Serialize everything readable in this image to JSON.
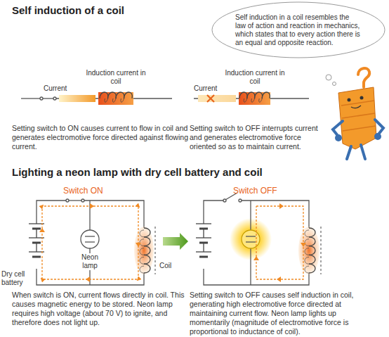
{
  "diagram": {
    "title": "Self induction of a coil",
    "nodes": [
      {
        "text": [
          "Self induction in a coil resembles the law of action and reaction in mechanics, which states that to every action there is an equal and opposite reaction."
        ]
      }
    ],
    "labels": [
      "Current",
      "Induction current in coil",
      "Setting switch to ON causes current to flow in coil and generates electromotive force directed against flowing current.",
      "Current",
      "Induction current in coil",
      "Setting switch to OFF interrupts current and generates electromotive force oriented so as to maintain current.",
      "Lighting a neon lamp with dry cell battery and coil",
      "Switch ON",
      "Dry cell battery",
      "Neon lamp",
      "Coil",
      "Switch OFF",
      "When switch is ON, current flows directly in coil. This causes magnetic energy to be stored. Neon lamp requires high voltage (about 70 V) to ignite, and therefore does not light up.",
      "Setting switch to OFF causes self induction in coil, generating high electromotive force directed at maintaining current flow. Neon lamp lights up momentarily (magnitude of electromotive force is proportional to inductance of coil)."
    ]
  }
}
